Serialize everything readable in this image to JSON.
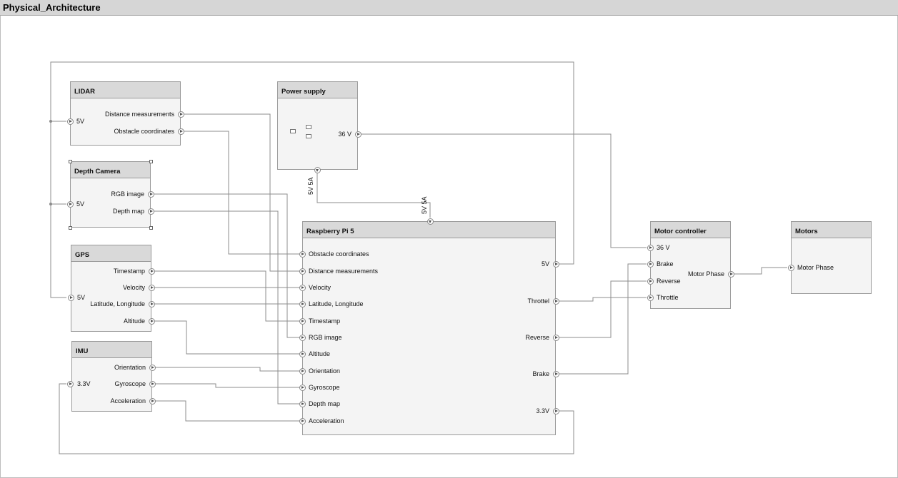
{
  "window": {
    "title": "Physical_Architecture"
  },
  "blocks": {
    "lidar": {
      "title": "LIDAR",
      "inputs": [
        "5V"
      ],
      "outputs": [
        "Distance measurements",
        "Obstacle coordinates"
      ]
    },
    "depth_camera": {
      "title": "Depth Camera",
      "inputs": [
        "5V"
      ],
      "outputs": [
        "RGB image",
        "Depth map"
      ]
    },
    "gps": {
      "title": "GPS",
      "inputs": [
        "5V"
      ],
      "outputs": [
        "Timestamp",
        "Velocity",
        "Latitude, Longitude",
        "Altitude"
      ]
    },
    "imu": {
      "title": "IMU",
      "inputs": [
        "3.3V"
      ],
      "outputs": [
        "Orientation",
        "Gyroscope",
        "Acceleration"
      ]
    },
    "power_supply": {
      "title": "Power supply",
      "outputs": [
        "36 V"
      ],
      "bottom_port": "5V 5A"
    },
    "raspberry_pi": {
      "title": "Raspberry Pi 5",
      "top_port": "5V 5A",
      "inputs": [
        "Obstacle coordinates",
        "Distance measurements",
        "Velocity",
        "Latitude, Longitude",
        "Timestamp",
        "RGB image",
        "Altitude",
        "Orientation",
        "Gyroscope",
        "Depth map",
        "Acceleration"
      ],
      "outputs": [
        "5V",
        "Throttel",
        "Reverse",
        "Brake",
        "3.3V"
      ]
    },
    "motor_controller": {
      "title": "Motor controller",
      "inputs": [
        "36 V",
        "Brake",
        "Reverse",
        "Throttle"
      ],
      "outputs": [
        "Motor Phase"
      ]
    },
    "motors": {
      "title": "Motors",
      "inputs": [
        "Motor Phase"
      ]
    }
  },
  "connections": [
    [
      "lidar.Distance measurements",
      "raspberry_pi.Distance measurements"
    ],
    [
      "lidar.Obstacle coordinates",
      "raspberry_pi.Obstacle coordinates"
    ],
    [
      "depth_camera.RGB image",
      "raspberry_pi.RGB image"
    ],
    [
      "depth_camera.Depth map",
      "raspberry_pi.Depth map"
    ],
    [
      "gps.Timestamp",
      "raspberry_pi.Timestamp"
    ],
    [
      "gps.Velocity",
      "raspberry_pi.Velocity"
    ],
    [
      "gps.Latitude, Longitude",
      "raspberry_pi.Latitude, Longitude"
    ],
    [
      "gps.Altitude",
      "raspberry_pi.Altitude"
    ],
    [
      "imu.Orientation",
      "raspberry_pi.Orientation"
    ],
    [
      "imu.Gyroscope",
      "raspberry_pi.Gyroscope"
    ],
    [
      "imu.Acceleration",
      "raspberry_pi.Acceleration"
    ],
    [
      "power_supply.5V 5A",
      "raspberry_pi.5V 5A"
    ],
    [
      "power_supply.36 V",
      "motor_controller.36 V"
    ],
    [
      "raspberry_pi.5V",
      "lidar.5V / depth_camera.5V / gps.5V"
    ],
    [
      "raspberry_pi.3.3V",
      "imu.3.3V"
    ],
    [
      "raspberry_pi.Throttel",
      "motor_controller.Throttle"
    ],
    [
      "raspberry_pi.Reverse",
      "motor_controller.Reverse"
    ],
    [
      "raspberry_pi.Brake",
      "motor_controller.Brake"
    ],
    [
      "motor_controller.Motor Phase",
      "motors.Motor Phase"
    ]
  ]
}
